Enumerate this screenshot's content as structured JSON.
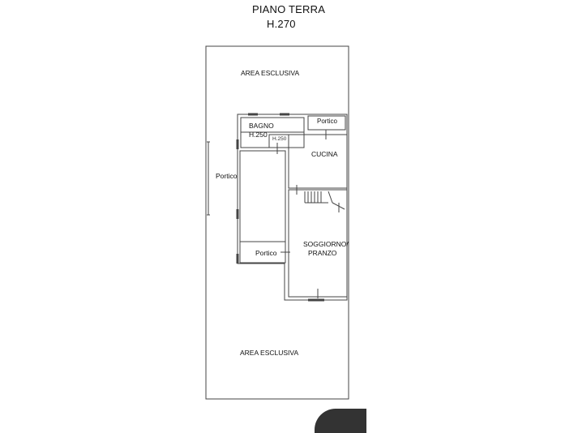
{
  "header": {
    "floor_title": "PIANO TERRA",
    "height_label": "H.270"
  },
  "rooms": {
    "area_top": "AREA ESCLUSIVA",
    "area_bottom": "AREA ESCLUSIVA",
    "bagno_name": "BAGNO",
    "bagno_height": "H.250",
    "small_height": "H.250",
    "portico_top_right": "Portico",
    "cucina": "CUCINA",
    "portico_left": "Portico",
    "portico_mid": "Portico",
    "soggiorno_line1": "SOGGIORNO/",
    "soggiorno_line2": "PRANZO"
  },
  "colors": {
    "wall": "#444444",
    "background": "#ffffff",
    "corner_shape": "#333333"
  }
}
